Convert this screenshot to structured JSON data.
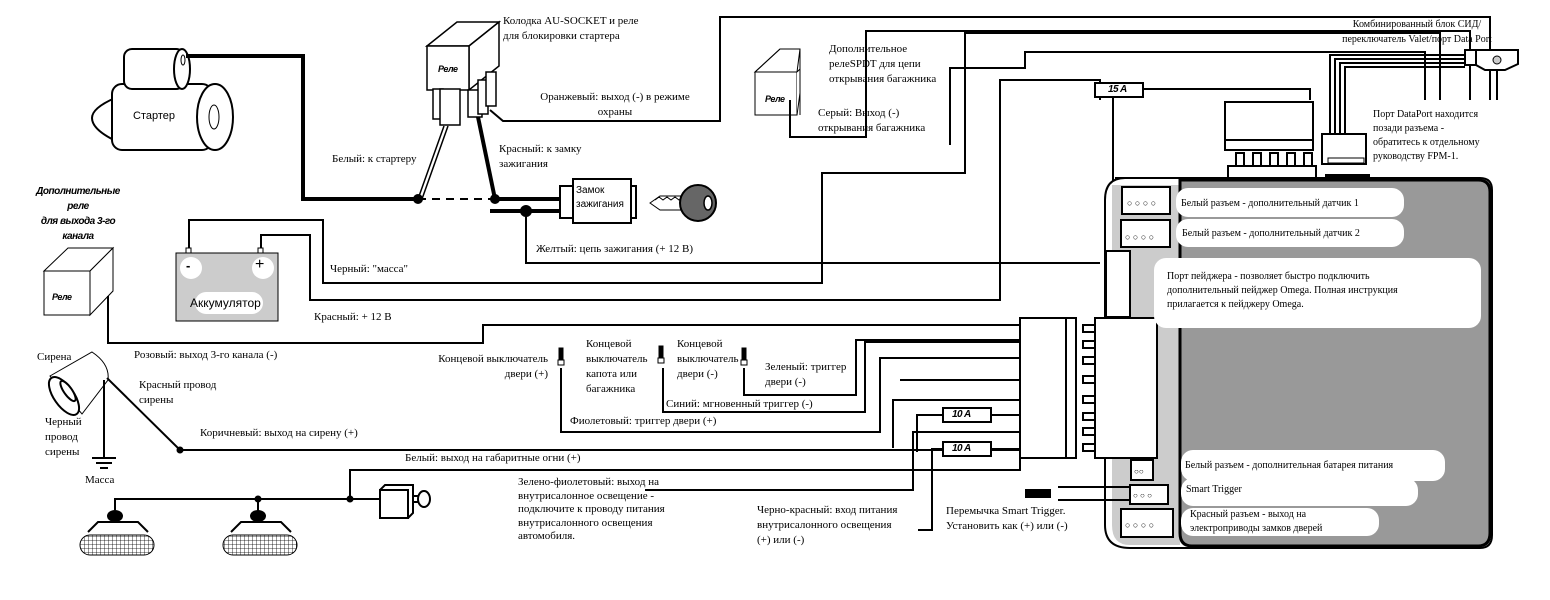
{
  "title": "Схема подключения автосигнализации",
  "colors": {
    "wire": "#000000",
    "unit_fill": "#999999",
    "unit_side": "#cccccc",
    "battery_fill": "#cccccc",
    "key_fill": "#666666",
    "background": "#ffffff"
  },
  "components": {
    "starter": {
      "label": "Стартер"
    },
    "starter_relay": {
      "label": "Реле",
      "caption": "Колодка AU-SOCKET и реле\nдля блокировки стартера"
    },
    "trunk_relay": {
      "label": "Реле",
      "caption": "Дополнительное\nрелеSPDT для цепи\nоткрывания багажника"
    },
    "aux_relay": {
      "label": "Реле",
      "caption": "Дополнительные\nреле\nдля выхода 3-го\nканала"
    },
    "ignition": {
      "label": "Замок\nзажигания"
    },
    "battery": {
      "label": "Аккумулятор",
      "minus": "-",
      "plus": "+"
    },
    "siren": {
      "label": "Сирена",
      "red_wire": "Красный провод\nсирены",
      "black_wire": "Черный\nпровод\nсирены",
      "ground": "Масса"
    },
    "led_module": {
      "caption": "Комбинированный блок СИД/\nпереключатель Valet/порт Data Port",
      "note": "Порт DataPort находится\nпозади разъема -\nобратитесь к отдельному\nруководству FPM-1."
    },
    "fuses": [
      "15 A",
      "10 A",
      "10 A"
    ]
  },
  "wires": {
    "orange": "Оранжевый: выход (-) в режиме\nохраны",
    "white_starter": "Белый: к стартеру",
    "red_ignition": "Красный: к замку\nзажигания",
    "gray_trunk": "Серый: Выход (-)\nоткрывания багажника",
    "yellow": "Желтый: цепь зажигания (+ 12 В)",
    "black_ground": "Черный:  \"масса\"",
    "red_12v": "Красный: + 12 В",
    "pink": "Розовый: выход 3-го канала (-)",
    "brown": "Коричневый: выход на сирену (+)",
    "white_parking": "Белый: выход на габаритные огни (+)",
    "green_violet": "Зелено-фиолетовый: выход на\nвнутрисалонное освещение -\nподключите к проводу питания\nвнутрисалонного освещения\nавтомобиля.",
    "black_red": "Черно-красный: вход питания\nвнутрисалонного освещения\n(+) или (-)",
    "violet": "Фиолетовый: триггер двери (+)",
    "blue": "Синий: мгновенный триггер (-)",
    "green": "Зеленый: триггер\nдвери (-)"
  },
  "switches": {
    "door_plus": "Концевой выключатель\nдвери (+)",
    "hood_trunk": "Концевой\nвыключатель\nкапота или\nбагажника",
    "door_minus": "Концевой\nвыключатель\nдвери (-)"
  },
  "jumper": "Перемычка Smart Trigger.\nУстановить как (+) или (-)",
  "unit_ports": [
    "Белый разъем - дополнительный датчик 1",
    "Белый разъем - дополнительный датчик 2",
    "Порт пейджера - позволяет быстро подключить\nдополнительный пейджер Omega. Полная инструкция\nприлагается к пейджеру Omega.",
    "Белый разъем - дополнительная батарея питания",
    "Smart Trigger",
    "Красный разъем - выход на\nэлектроприводы замков дверей"
  ]
}
